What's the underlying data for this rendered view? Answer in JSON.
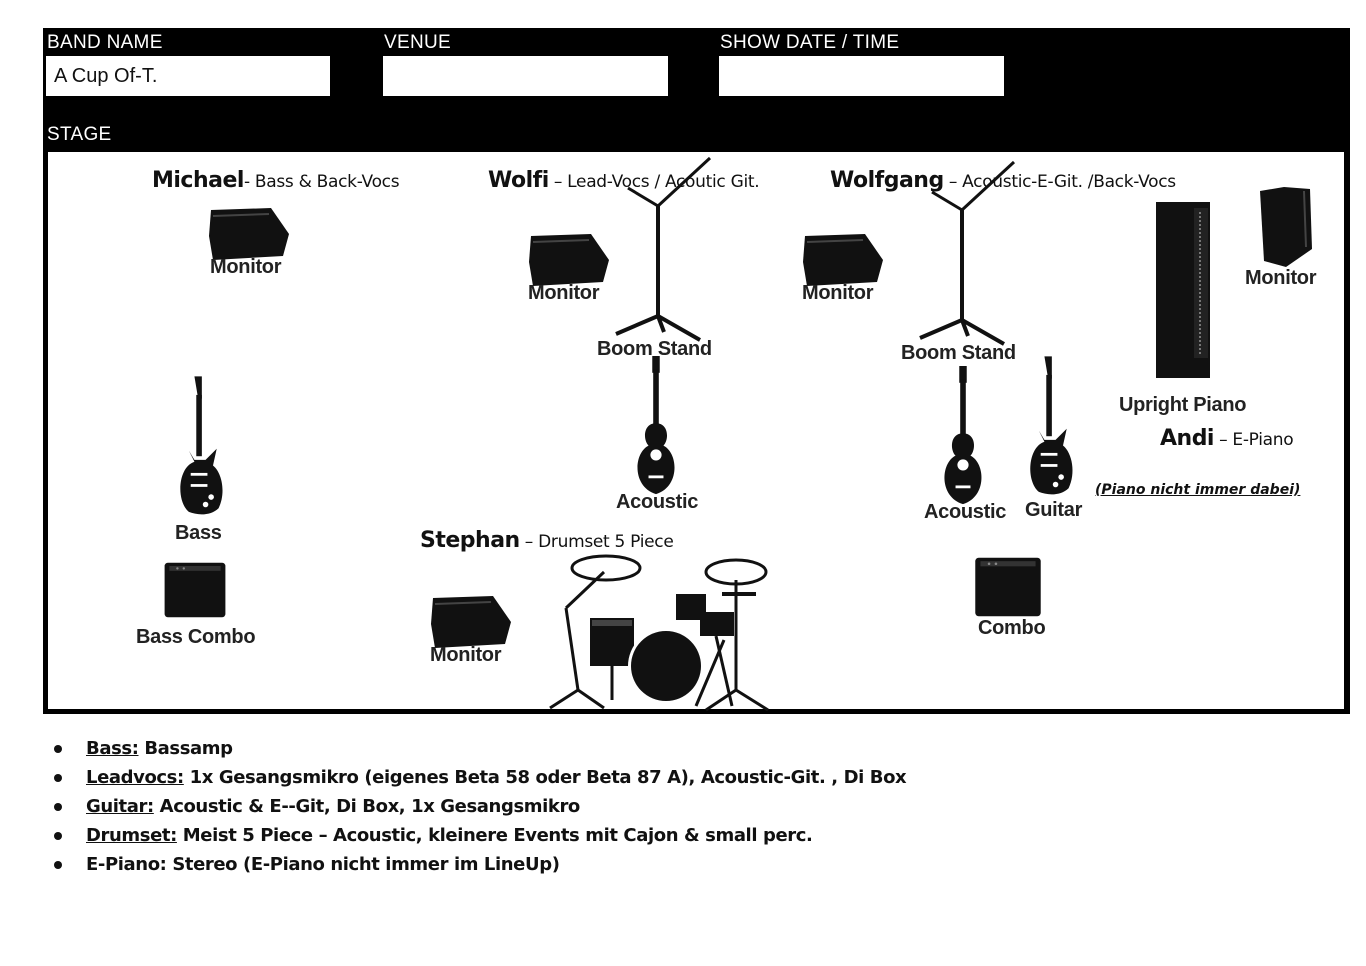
{
  "header": {
    "band_name_label": "BAND NAME",
    "band_name_value": "A Cup Of-T.",
    "venue_label": "VENUE",
    "venue_value": "",
    "show_label": "SHOW DATE / TIME",
    "show_value": "",
    "stage_label": "STAGE"
  },
  "musicians": {
    "michael": {
      "name": "Michael",
      "role": "- Bass & Back-Vocs"
    },
    "wolfi": {
      "name": "Wolfi",
      "role": " – Lead-Vocs / Acoutic Git."
    },
    "wolfgang": {
      "name": "Wolfgang",
      "role": " – Acoustic-E-Git. /Back-Vocs"
    },
    "andi": {
      "name": "Andi",
      "role": " – E-Piano"
    },
    "stephan": {
      "name": "Stephan",
      "role": " – Drumset 5 Piece"
    }
  },
  "equipment": {
    "monitor_1": "Monitor",
    "monitor_2": "Monitor",
    "monitor_3": "Monitor",
    "monitor_4": "Monitor",
    "monitor_5": "Monitor",
    "boom_stand_1": "Boom Stand",
    "boom_stand_2": "Boom Stand",
    "bass": "Bass",
    "bass_combo": "Bass Combo",
    "acoustic_1": "Acoustic",
    "acoustic_2": "Acoustic",
    "guitar": "Guitar",
    "upright_piano": "Upright Piano",
    "combo": "Combo"
  },
  "piano_note": "(Piano nicht immer dabei)",
  "requirements": [
    {
      "key": "Bass:",
      "text": " Bassamp"
    },
    {
      "key": "Leadvocs:",
      "text": " 1x Gesangsmikro (eigenes Beta 58 oder Beta 87 A), Acoustic-Git. , Di Box"
    },
    {
      "key": "Guitar:",
      "text": " Acoustic & E--Git, Di Box, 1x Gesangsmikro"
    },
    {
      "key": "Drumset:",
      "text": " Meist 5 Piece – Acoustic, kleinere Events mit Cajon & small perc."
    },
    {
      "key": "",
      "text": "E-Piano: Stereo (E-Piano nicht immer im LineUp)"
    }
  ]
}
